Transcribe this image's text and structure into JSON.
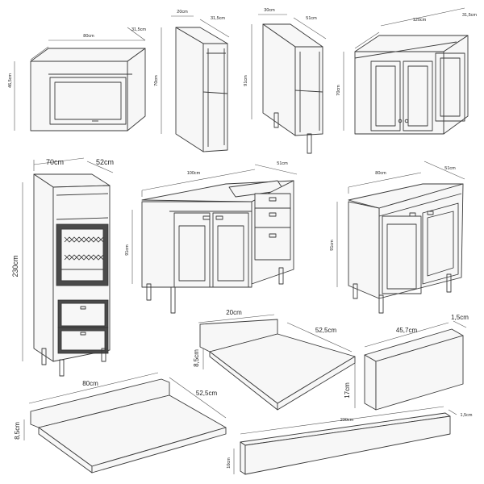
{
  "wall_cabinet_80": {
    "width": "80cm",
    "depth": "31,5cm",
    "height": "46,5cm"
  },
  "wall_cabinet_20": {
    "width": "20cm",
    "depth": "31,5cm",
    "height": "70cm"
  },
  "wall_cabinet_30": {
    "width": "30cm",
    "depth": "51cm",
    "height": "91cm"
  },
  "wall_cabinet_120": {
    "width": "120cm",
    "depth": "31,5cm",
    "height": "70cm"
  },
  "tower_cabinet": {
    "width": "70cm",
    "depth": "52cm",
    "height": "230cm"
  },
  "sink_cabinet_100": {
    "width": "100cm",
    "depth": "51cm",
    "height": "91cm"
  },
  "sink_cabinet_80": {
    "width": "80cm",
    "depth": "51cm",
    "height": "91cm"
  },
  "countertop_small": {
    "width": "20cm",
    "depth": "52,5cm",
    "height": "8,5cm"
  },
  "side_panel": {
    "width": "45,7cm",
    "thickness": "1,5cm",
    "height": "17cm"
  },
  "countertop_large": {
    "width": "80cm",
    "depth": "52,5cm",
    "height": "8,5cm"
  },
  "plinth_strip": {
    "length": "230cm",
    "thickness": "1,5cm",
    "height": "10cm"
  }
}
